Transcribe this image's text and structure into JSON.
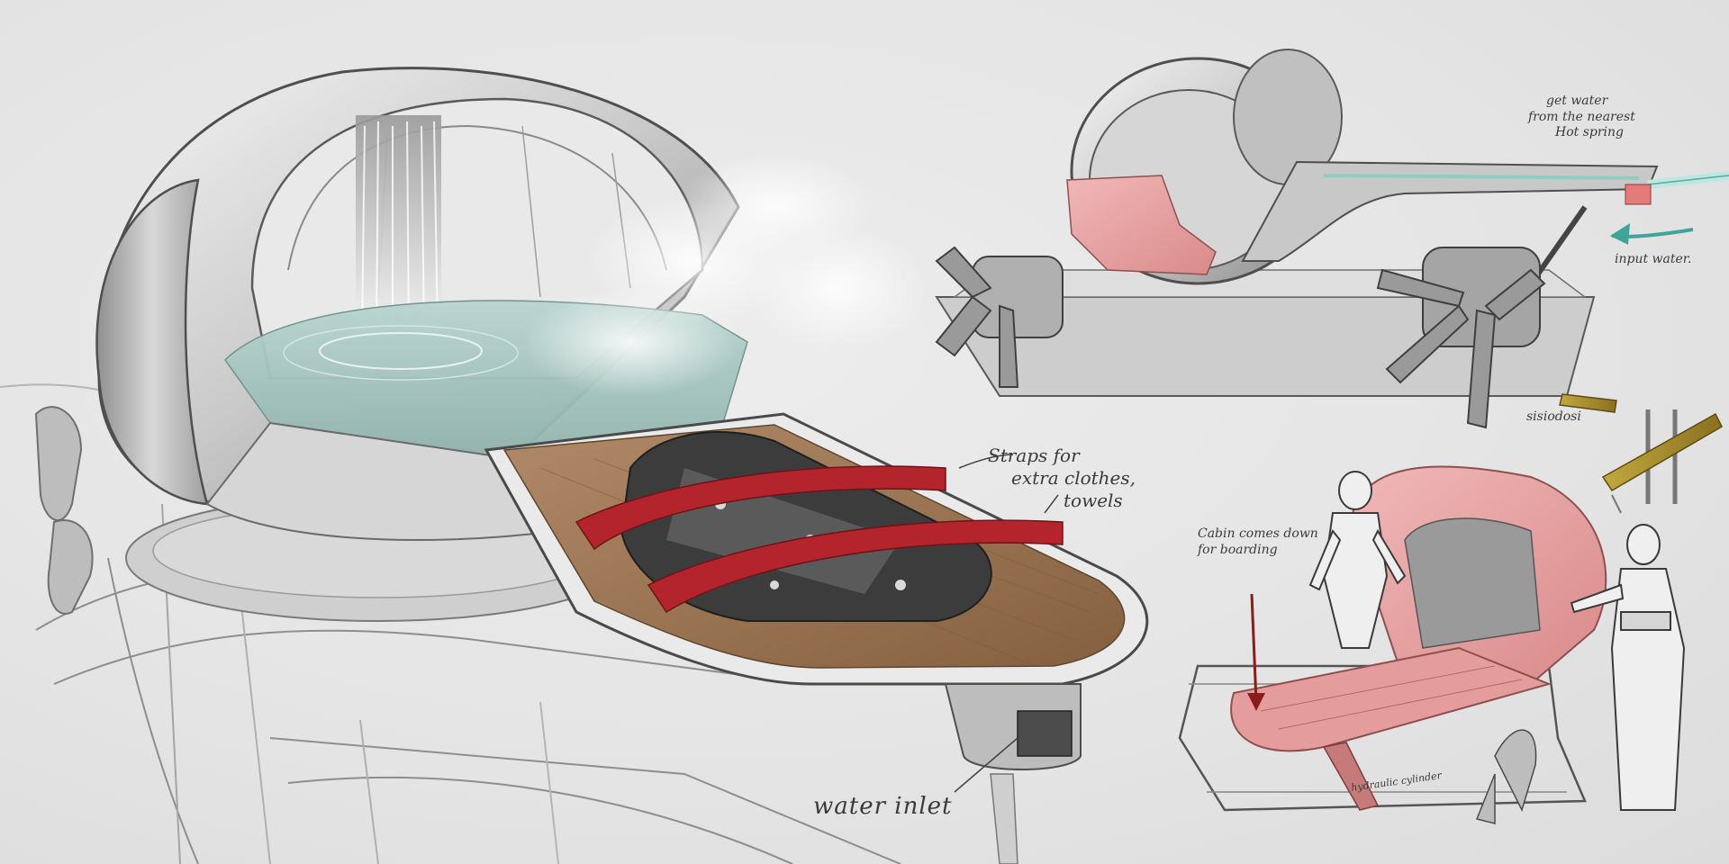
{
  "annotations": {
    "straps": [
      "Straps for",
      "extra clothes,",
      "towels"
    ],
    "water_inlet": "water inlet",
    "get_water": [
      "get water",
      "from the nearest",
      "Hot spring"
    ],
    "input_water": "input water.",
    "sisiodosi": "sisiodosi",
    "cabin": [
      "Cabin comes down",
      "for boarding"
    ],
    "hydraulic": "hydraulic cylinder"
  },
  "colors": {
    "background": "#e6e6e6",
    "ink": "#3a3a3a",
    "water": "#a9c9c3",
    "wood": "#9c7656",
    "strap": "#b3242c",
    "cabin_pink": "#e8a3a3",
    "teal_arrow": "#3fa59a",
    "bamboo": "#a48a2c"
  }
}
